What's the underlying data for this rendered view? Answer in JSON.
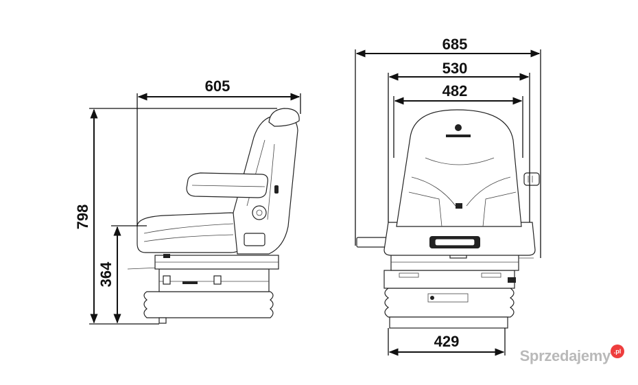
{
  "dimensions": {
    "side_view": {
      "depth": "605",
      "height": "798",
      "seat_height": "364"
    },
    "front_view": {
      "total_width": "685",
      "seat_width": "530",
      "backrest_width": "482",
      "base_width": "429"
    }
  },
  "watermark": {
    "text": "Sprzedajemy",
    "badge": ".pl"
  }
}
